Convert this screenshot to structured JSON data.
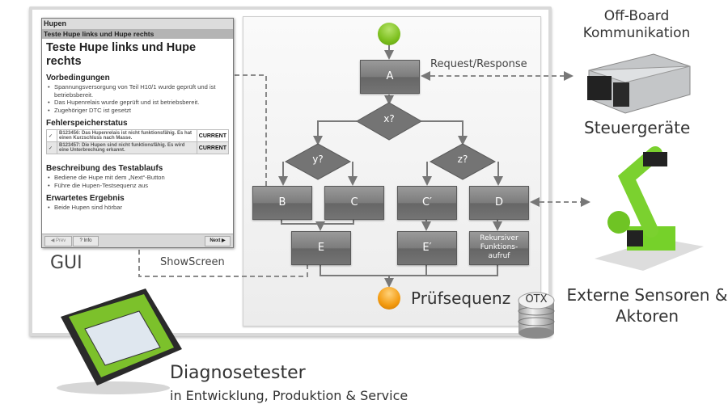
{
  "gui_window": {
    "title": "Hupen",
    "subtitle": "Teste Hupe links und Hupe rechts",
    "heading": "Teste Hupe links und Hupe rechts",
    "sections": {
      "preconditions": {
        "title": "Vorbedingungen",
        "items": [
          "Spannungsversorgung von Teil H10/1 wurde geprüft und ist betriebsbereit.",
          "Das Hupenrelais wurde geprüft und ist betriebsbereit.",
          "Zugehöriger DTC ist gesetzt"
        ]
      },
      "fault_memory": {
        "title": "Fehlerspeicherstatus",
        "rows": [
          {
            "check": "✓",
            "text": "B123456: Das Hupenrelais ist nicht funktionsfähig. Es hat einen Kurzschluss nach Masse.",
            "status": "CURRENT"
          },
          {
            "check": "✓",
            "text": "B123457: Die Hupen sind nicht funktionsfähig. Es wird eine Unterbrechung erkannt.",
            "status": "CURRENT"
          }
        ]
      },
      "test_description": {
        "title": "Beschreibung des Testablaufs",
        "items": [
          "Bediene die Hupe mit dem „Next“-Button",
          "Führe die Hupen-Testsequenz aus"
        ]
      },
      "expected_result": {
        "title": "Erwartetes Ergebnis",
        "items": [
          "Beide Hupen sind hörbar"
        ]
      }
    },
    "buttons": {
      "prev": "◀ Prev",
      "info": "? Info",
      "next": "Next ▶"
    }
  },
  "labels": {
    "gui": "GUI",
    "show_screen": "ShowScreen",
    "request_response": "Request/Response",
    "sequence": "Prüfsequenz",
    "otx": "OTX",
    "offboard": "Off-Board Kommunikation",
    "ecu": "Steuergeräte",
    "sensors": "Externe Sensoren & Aktoren",
    "tester_title": "Diagnosetester",
    "tester_subtitle": "in Entwicklung, Produktion & Service"
  },
  "flow": {
    "nodes": {
      "A": "A",
      "x": "x?",
      "y": "y?",
      "z": "z?",
      "B": "B",
      "C": "C",
      "C2": "C′",
      "D": "D",
      "E": "E",
      "E2": "E′",
      "rec": "Rekursiver Funktions-aufruf"
    },
    "colors": {
      "start": "#7cbf1e",
      "end": "#f39a0f",
      "box": "#7a7a7a"
    }
  }
}
